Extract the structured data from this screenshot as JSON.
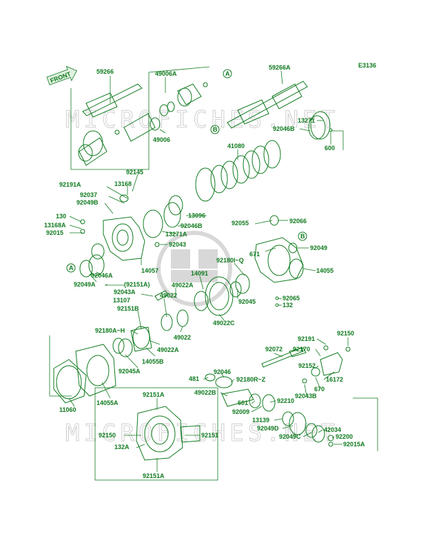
{
  "diagram_code": "E3136",
  "front_label": "FRONT",
  "watermark_text": "MICROFICHES.NET",
  "colors": {
    "line": "#0f7a1e",
    "watermark": "#cfcfcf",
    "background": "#ffffff"
  },
  "callouts": {
    "a": "A",
    "b": "B"
  },
  "parts": [
    "59266",
    "49006A",
    "59266A",
    "13271",
    "92046B",
    "600",
    "49006",
    "41080",
    "92145",
    "92191A",
    "13168",
    "92037",
    "92049B",
    "13096",
    "130",
    "13168A",
    "92015",
    "92046B",
    "13271A",
    "92055",
    "92066",
    "92043",
    "671",
    "92049",
    "92180I~Q",
    "14057",
    "92046A",
    "92049A",
    "14055",
    "14091",
    "92151A",
    "92043A",
    "49022A",
    "49022",
    "92045",
    "13107",
    "92065",
    "132",
    "92151B",
    "49022C",
    "49022",
    "92180A~H",
    "14055B",
    "49022A",
    "92045A",
    "14055A",
    "11060",
    "92072",
    "92191",
    "92150",
    "92170",
    "92152",
    "16172",
    "481",
    "92046",
    "92180R~Z",
    "670",
    "92043B",
    "49022B",
    "601",
    "92210",
    "92009",
    "13139",
    "92049D",
    "42034",
    "92049C",
    "92200",
    "92015A",
    "92151A",
    "92150",
    "92151",
    "132A",
    "92151A"
  ],
  "label_51A": "(92151A)"
}
